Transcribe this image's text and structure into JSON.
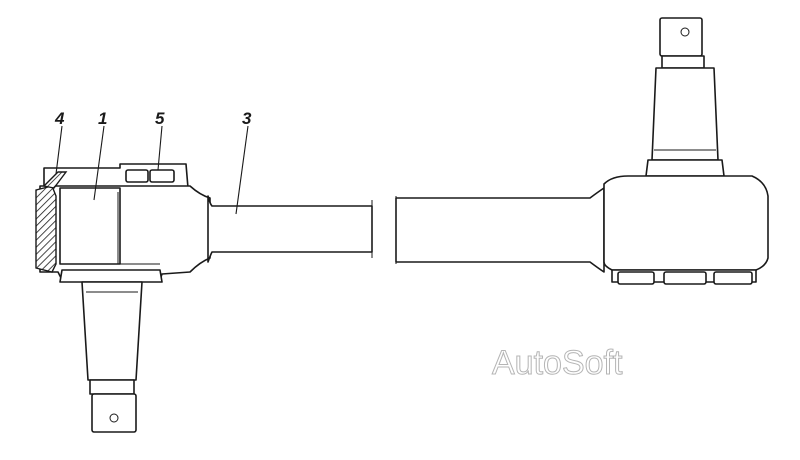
{
  "callouts": [
    {
      "id": "4",
      "label": "4"
    },
    {
      "id": "1",
      "label": "1"
    },
    {
      "id": "5",
      "label": "5"
    },
    {
      "id": "3",
      "label": "3"
    }
  ],
  "watermark": "AutoSoft",
  "colors": {
    "line": "#1a1a1a",
    "background": "#ffffff",
    "watermark_outline": "#b5b5b5"
  }
}
